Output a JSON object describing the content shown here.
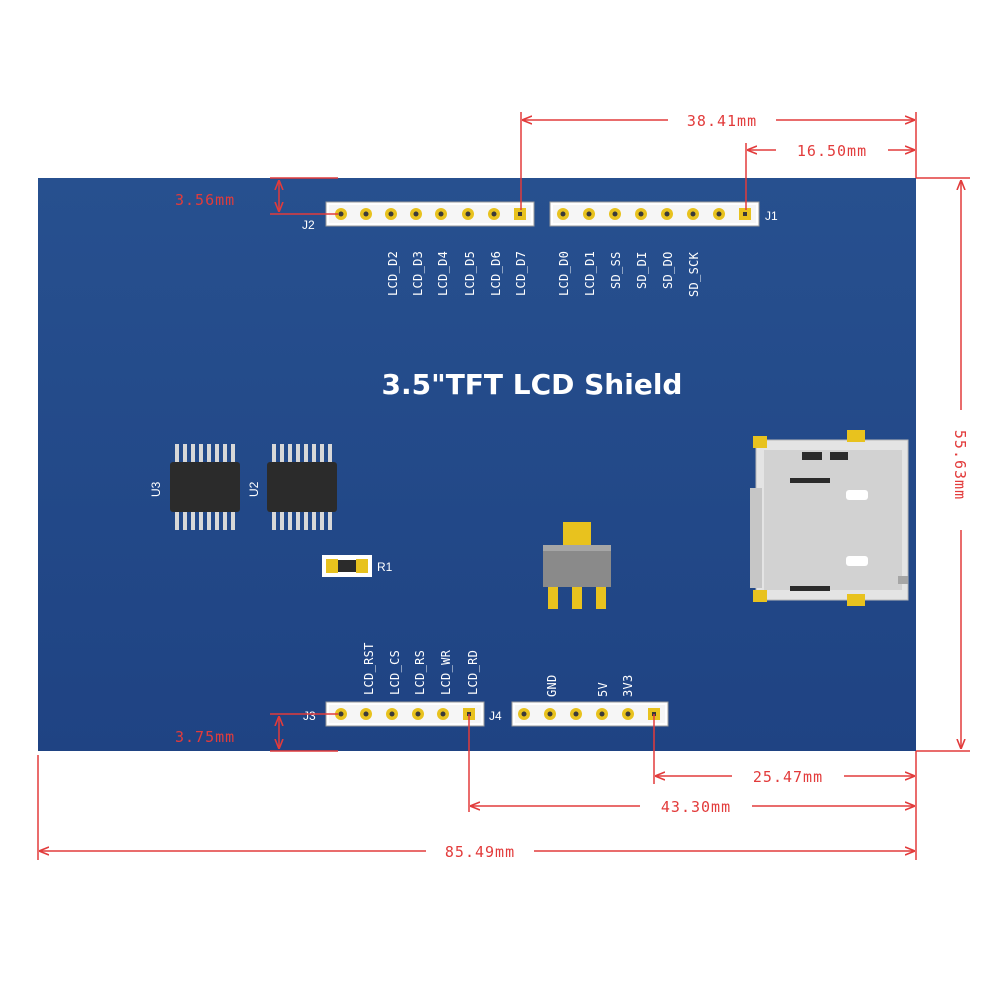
{
  "title": "3.5\"TFT LCD Shield",
  "colors": {
    "board": "#23478b",
    "dimension": "#e23b3b",
    "pad": "#e8c21e",
    "header_bg": "#ffffff"
  },
  "headers": {
    "j1": {
      "label": "J1",
      "pins": [
        "LCD_D0",
        "LCD_D1",
        "SD_SS",
        "SD_DI",
        "SD_DO",
        "SD_SCK"
      ]
    },
    "j2": {
      "label": "J2",
      "pins": [
        "LCD_D2",
        "LCD_D3",
        "LCD_D4",
        "LCD_D5",
        "LCD_D6",
        "LCD_D7"
      ]
    },
    "j3": {
      "label": "J3",
      "pins": [
        "LCD_RST",
        "LCD_CS",
        "LCD_RS",
        "LCD_WR",
        "LCD_RD"
      ]
    },
    "j4": {
      "label": "J4",
      "pins": [
        "GND",
        "5V",
        "3V3"
      ]
    }
  },
  "components": {
    "u2": "U2",
    "u3": "U3",
    "r1": "R1"
  },
  "dimensions": {
    "d_38_41": "38.41mm",
    "d_16_50": "16.50mm",
    "d_3_56": "3.56mm",
    "d_3_75": "3.75mm",
    "d_55_63": "55.63mm",
    "d_25_47": "25.47mm",
    "d_43_30": "43.30mm",
    "d_85_49": "85.49mm"
  }
}
